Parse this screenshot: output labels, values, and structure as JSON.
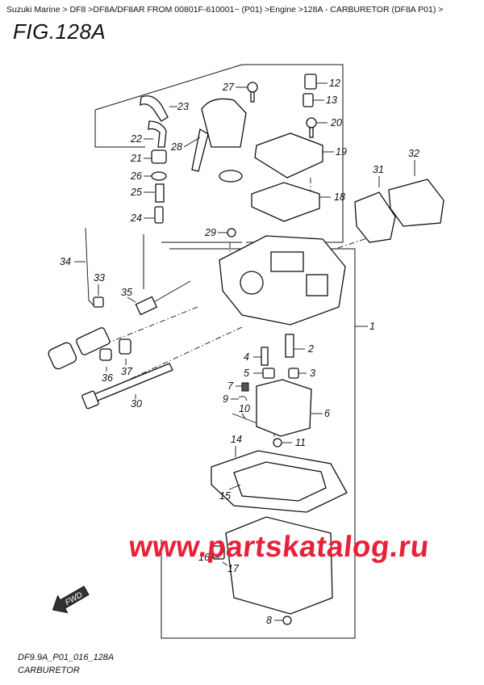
{
  "breadcrumb": "Suzuki Marine > DF8 >DF8A/DF8AR FROM 00801F-610001~ (P01) >Engine >128A - CARBURETOR (DF8A P01) >",
  "figure_title": "FIG.128A",
  "footer": {
    "code": "DF9.9A_P01_016_128A",
    "name": "CARBURETOR"
  },
  "watermark": "www.partskatalog.ru",
  "fwd_label": "FWD",
  "callouts": [
    "1",
    "2",
    "3",
    "4",
    "5",
    "6",
    "7",
    "8",
    "9",
    "10",
    "11",
    "12",
    "13",
    "14",
    "15",
    "16",
    "17",
    "18",
    "19",
    "20",
    "21",
    "22",
    "23",
    "24",
    "25",
    "26",
    "27",
    "28",
    "29",
    "30",
    "31",
    "32",
    "33",
    "34",
    "35",
    "36",
    "37"
  ]
}
